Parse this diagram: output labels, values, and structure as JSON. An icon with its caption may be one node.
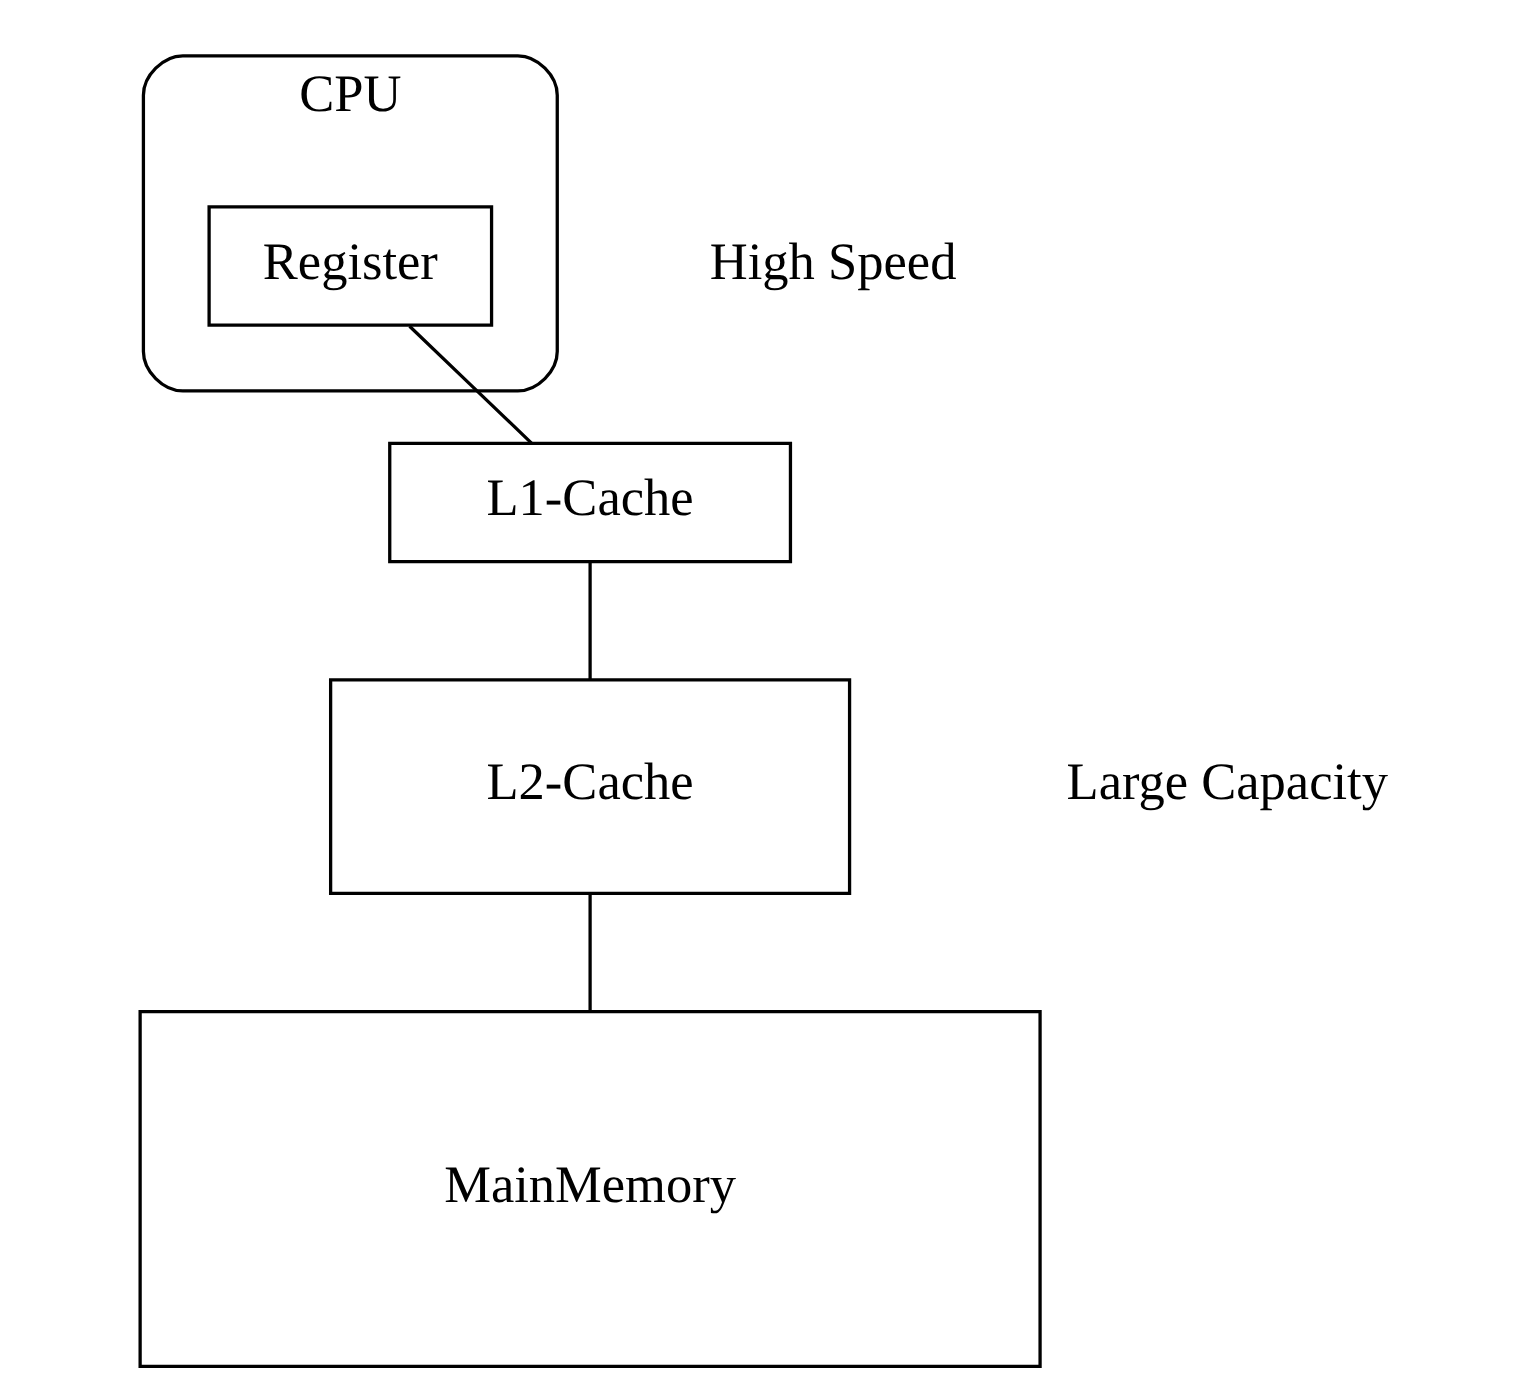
{
  "diagram": {
    "nodes": [
      {
        "text": [
          "CPU"
        ]
      },
      {
        "text": [
          "Register"
        ],
        "in": 0
      },
      {
        "text": [
          "L1-Cache"
        ]
      },
      {
        "text": [
          "L2-Cache"
        ]
      },
      {
        "text": [
          "MainMemory"
        ]
      }
    ],
    "edges": [
      {
        "from": 1,
        "to": 2,
        "arrow": "none"
      },
      {
        "from": 2,
        "to": 3,
        "arrow": "none"
      },
      {
        "from": 3,
        "to": 4,
        "arrow": "none"
      }
    ],
    "labels": [
      "High Speed",
      "Large Capacity"
    ]
  }
}
